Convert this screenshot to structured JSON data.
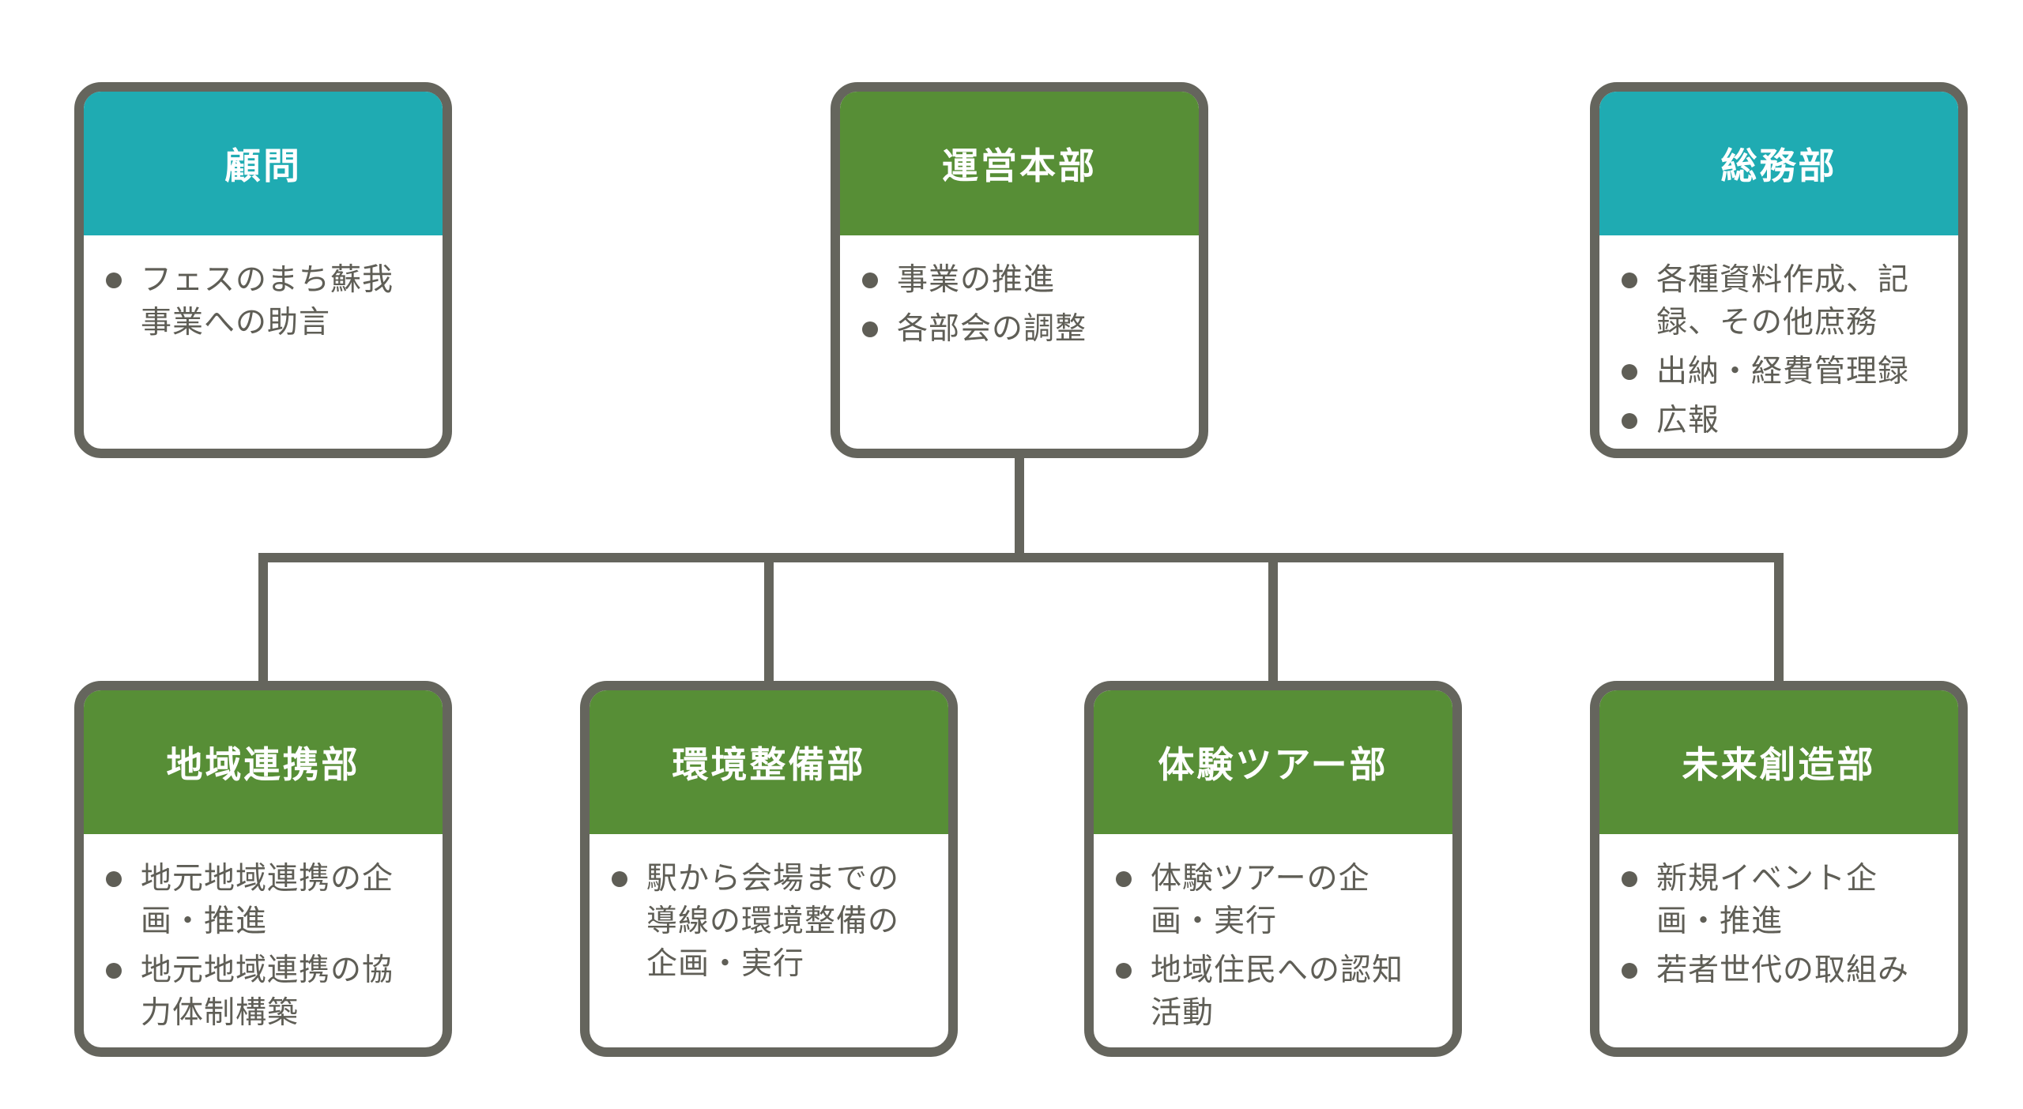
{
  "colors": {
    "teal_header": "#1fabb2",
    "green_header": "#578e36",
    "outline": "#65655d",
    "body_text": "#5f5e56",
    "header_title_text": "#ffffff",
    "background": "#ffffff"
  },
  "boxes": [
    {
      "id": "advisor",
      "title": "顧問",
      "header_color": "#1fabb2",
      "items": [
        "フェスのまち蘇我\n事業への助言"
      ]
    },
    {
      "id": "operations-hq",
      "title": "運営本部",
      "header_color": "#578e36",
      "items": [
        "事業の推進",
        "各部会の調整"
      ]
    },
    {
      "id": "general-affairs",
      "title": "総務部",
      "header_color": "#1fabb2",
      "items": [
        "各種資料作成、記\n録、その他庶務",
        "出納・経費管理録",
        "広報"
      ]
    },
    {
      "id": "regional-partnership",
      "title": "地域連携部",
      "header_color": "#578e36",
      "items": [
        "地元地域連携の企\n画・推進",
        "地元地域連携の協\n力体制構築"
      ]
    },
    {
      "id": "environment-improvement",
      "title": "環境整備部",
      "header_color": "#578e36",
      "items": [
        "駅から会場までの\n導線の環境整備の\n企画・実行"
      ]
    },
    {
      "id": "experience-tour",
      "title": "体験ツアー部",
      "header_color": "#578e36",
      "items": [
        "体験ツアーの企\n画・実行",
        "地域住民への認知\n活動"
      ]
    },
    {
      "id": "future-creation",
      "title": "未来創造部",
      "header_color": "#578e36",
      "items": [
        "新規イベント企\n画・推進",
        "若者世代の取組み"
      ]
    }
  ]
}
